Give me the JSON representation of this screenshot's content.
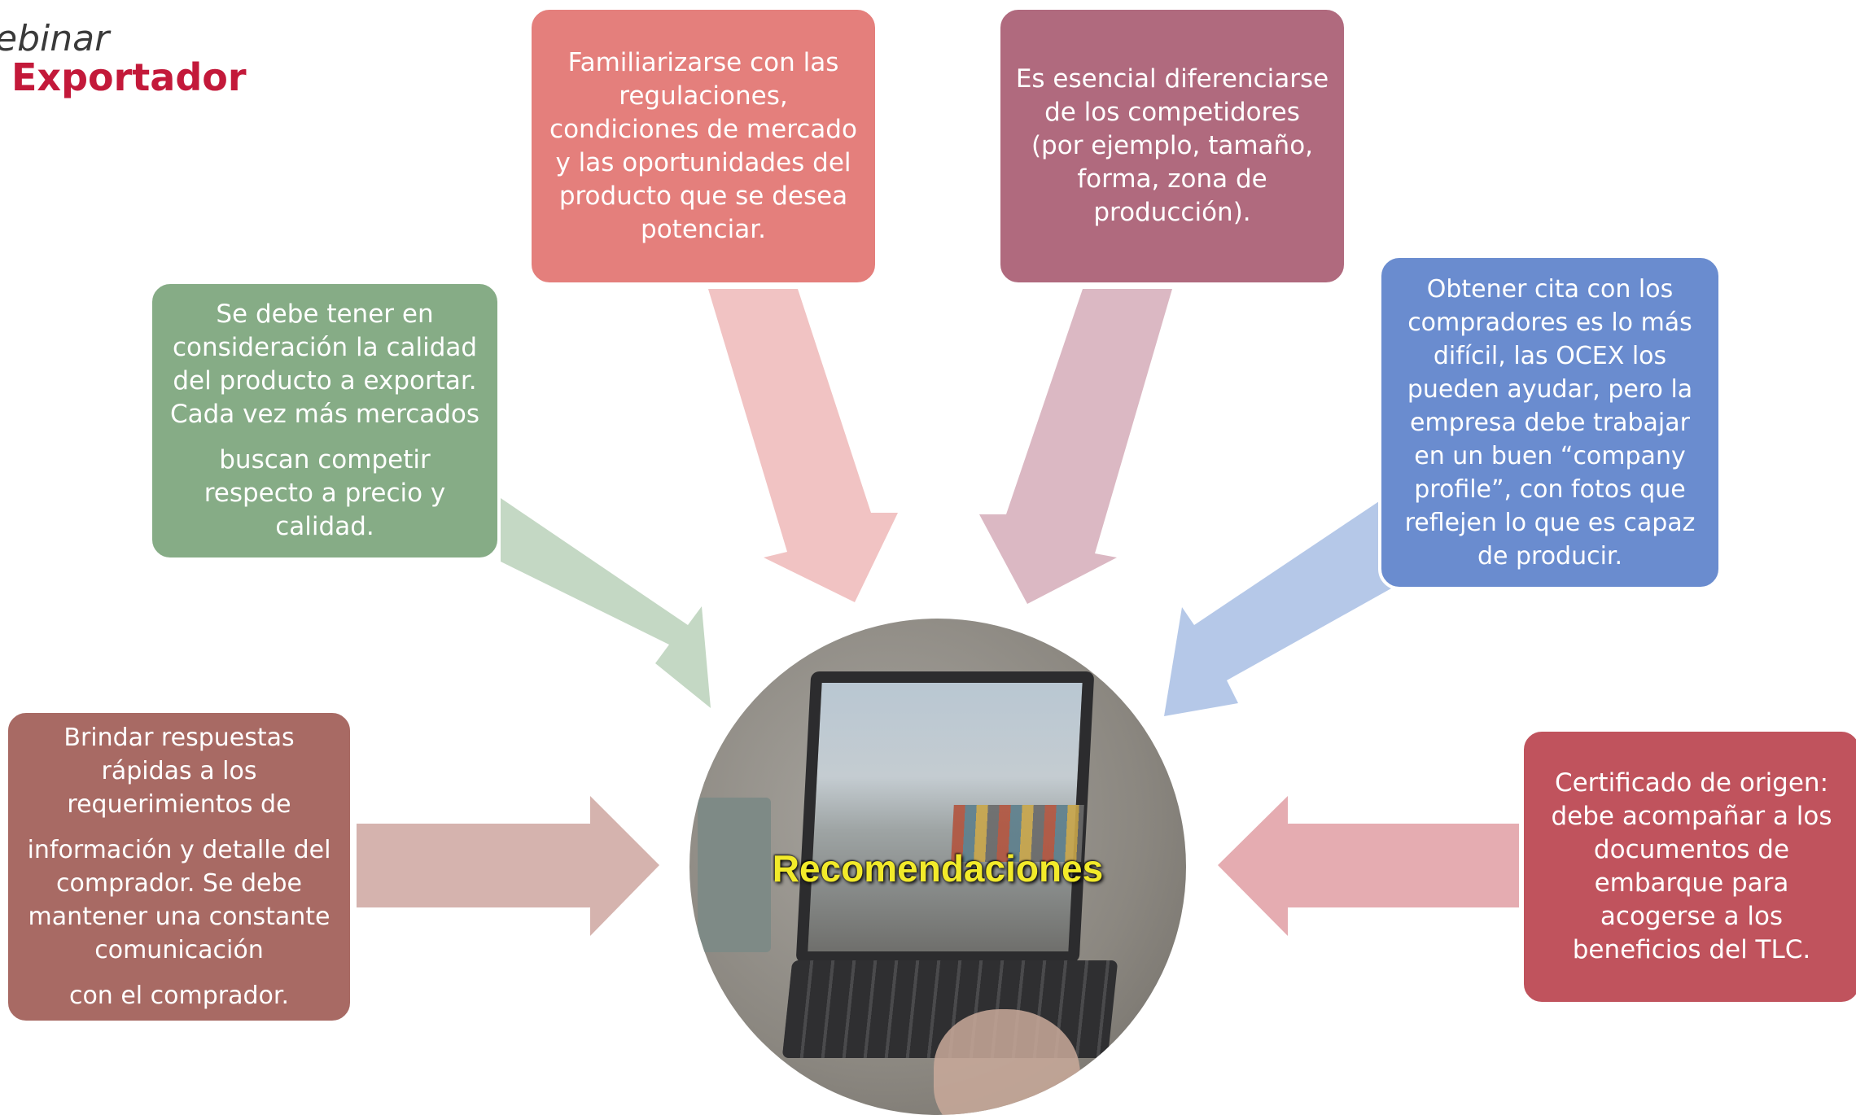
{
  "logo": {
    "line1": "ebinar",
    "line2": "Exportador"
  },
  "center": {
    "label": "Recomendaciones"
  },
  "boxes": {
    "regulaciones": [
      "Familiarizarse con las regulaciones, condiciones de mercado y las oportunidades del producto que se desea potenciar."
    ],
    "diferenciarse": [
      "Es esencial diferenciarse de los competidores (por ejemplo, tamaño, forma, zona de producción)."
    ],
    "calidad": [
      "Se debe tener en consideración la calidad del producto a exportar. Cada vez más mercados",
      "buscan competir respecto a precio y calidad."
    ],
    "cita": [
      "Obtener cita con los compradores es lo más difícil, las OCEX los pueden ayudar, pero la empresa debe trabajar en un buen “company profile”, con fotos que reflejen lo que es capaz de producir."
    ],
    "respuestas": [
      "Brindar respuestas rápidas a los requerimientos de",
      "información y detalle del comprador. Se debe mantener una constante comunicación",
      "con el comprador."
    ],
    "certificado": [
      "Certificado de origen: debe acompañar a los documentos de embarque para acogerse a los beneficios del TLC."
    ]
  },
  "colors": {
    "regulaciones": "#e47f7c",
    "diferenciarse": "#b06a7e",
    "calidad": "#86ac86",
    "cita": "#6a8ccf",
    "respuestas": "#a86a64",
    "certificado": "#c0535d",
    "logo_accent": "#c3193a",
    "center_text": "#f2ea2a"
  }
}
